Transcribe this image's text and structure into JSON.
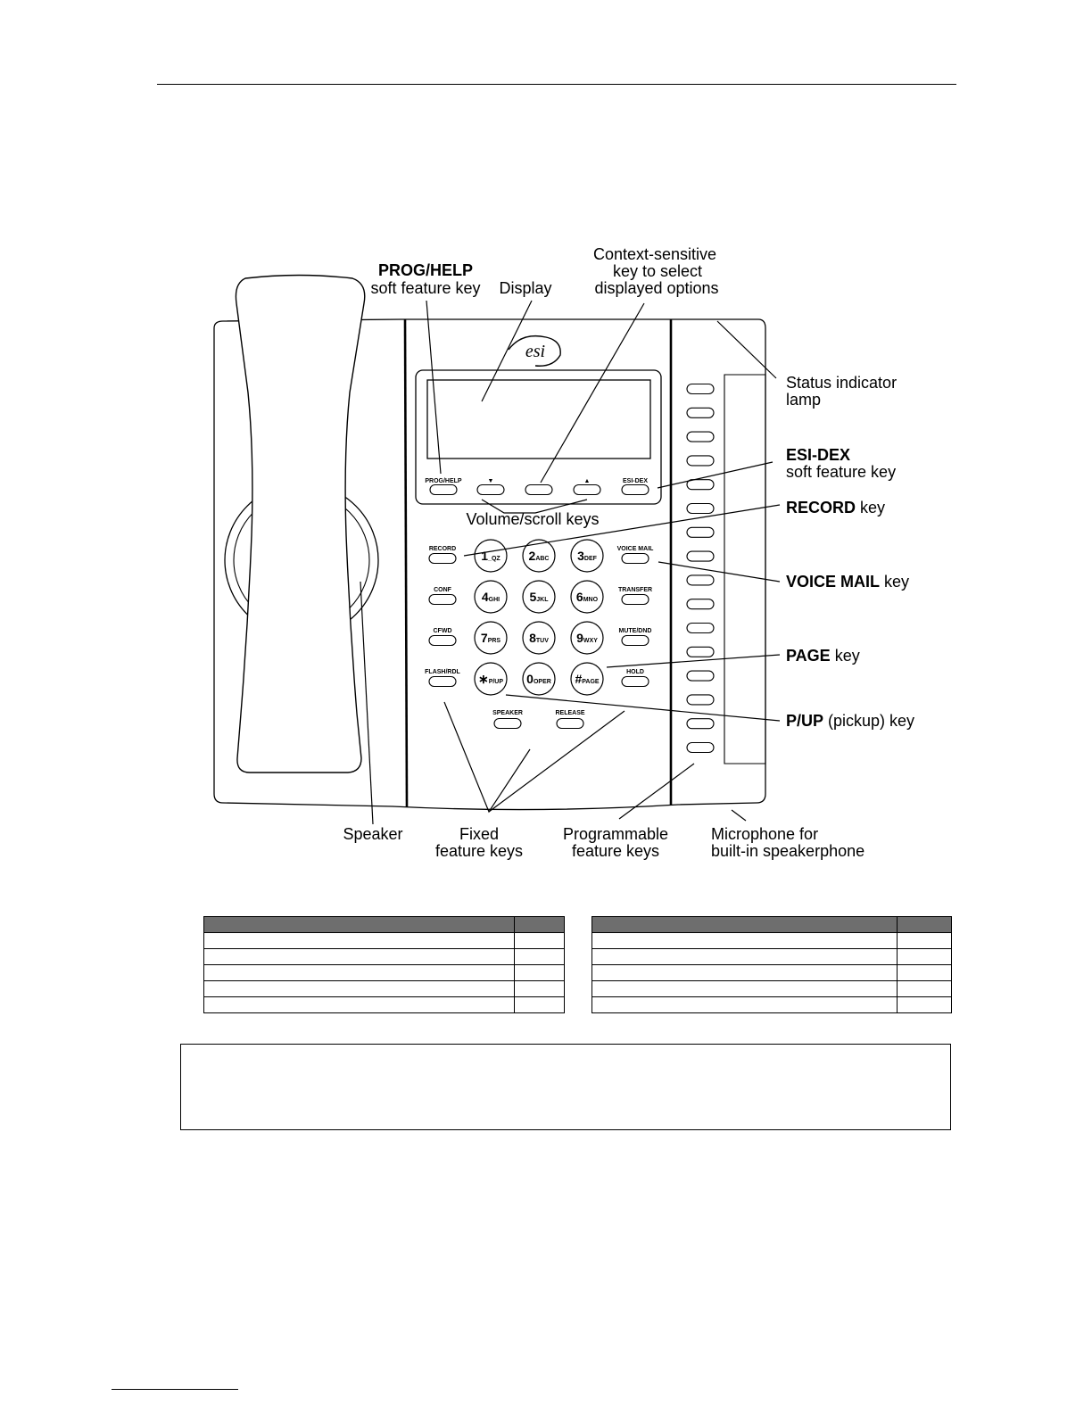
{
  "phone": {
    "logo_text": "esi",
    "soft_keys": [
      "PROG/HELP",
      "▼",
      "",
      "▲",
      "ESI-DEX"
    ],
    "left_keys": [
      "RECORD",
      "CONF",
      "CFWD",
      "FLASH/RDL"
    ],
    "right_keys": [
      "VOICE MAIL",
      "TRANSFER",
      "MUTE/DND",
      "HOLD"
    ],
    "bottom_keys": [
      "SPEAKER",
      "RELEASE"
    ],
    "dialpad": [
      {
        "digit": "1",
        "letters": "_QZ"
      },
      {
        "digit": "2",
        "letters": "ABC"
      },
      {
        "digit": "3",
        "letters": "DEF"
      },
      {
        "digit": "4",
        "letters": "GHI"
      },
      {
        "digit": "5",
        "letters": "JKL"
      },
      {
        "digit": "6",
        "letters": "MNO"
      },
      {
        "digit": "7",
        "letters": "PRS"
      },
      {
        "digit": "8",
        "letters": "TUV"
      },
      {
        "digit": "9",
        "letters": "WXY"
      },
      {
        "digit": "∗",
        "letters": "P/UP"
      },
      {
        "digit": "0",
        "letters": "OPER"
      },
      {
        "digit": "#",
        "letters": "PAGE"
      }
    ],
    "programmable_key_count": 16
  },
  "callouts": {
    "prog_help_bold": "PROG/HELP",
    "prog_help_rest": "soft feature key",
    "display": "Display",
    "context_line1": "Context-sensitive",
    "context_line2": "key to select",
    "context_line3": "displayed options",
    "status_line1": "Status indicator",
    "status_line2": "lamp",
    "esidex_bold": "ESI-DEX",
    "esidex_rest": "soft feature key",
    "volume": "Volume/scroll keys",
    "record_bold": "RECORD",
    "record_rest": " key",
    "voicemail_bold": "VOICE MAIL",
    "voicemail_rest": " key",
    "page_bold": "PAGE",
    "page_rest": " key",
    "pup_bold": "P/UP",
    "pup_rest": " (pickup) key",
    "speaker": "Speaker",
    "fixed_line1": "Fixed",
    "fixed_line2": "feature keys",
    "prog_keys_line1": "Programmable",
    "prog_keys_line2": "feature keys",
    "mic_line1": "Microphone for",
    "mic_line2": "built-in speakerphone"
  }
}
